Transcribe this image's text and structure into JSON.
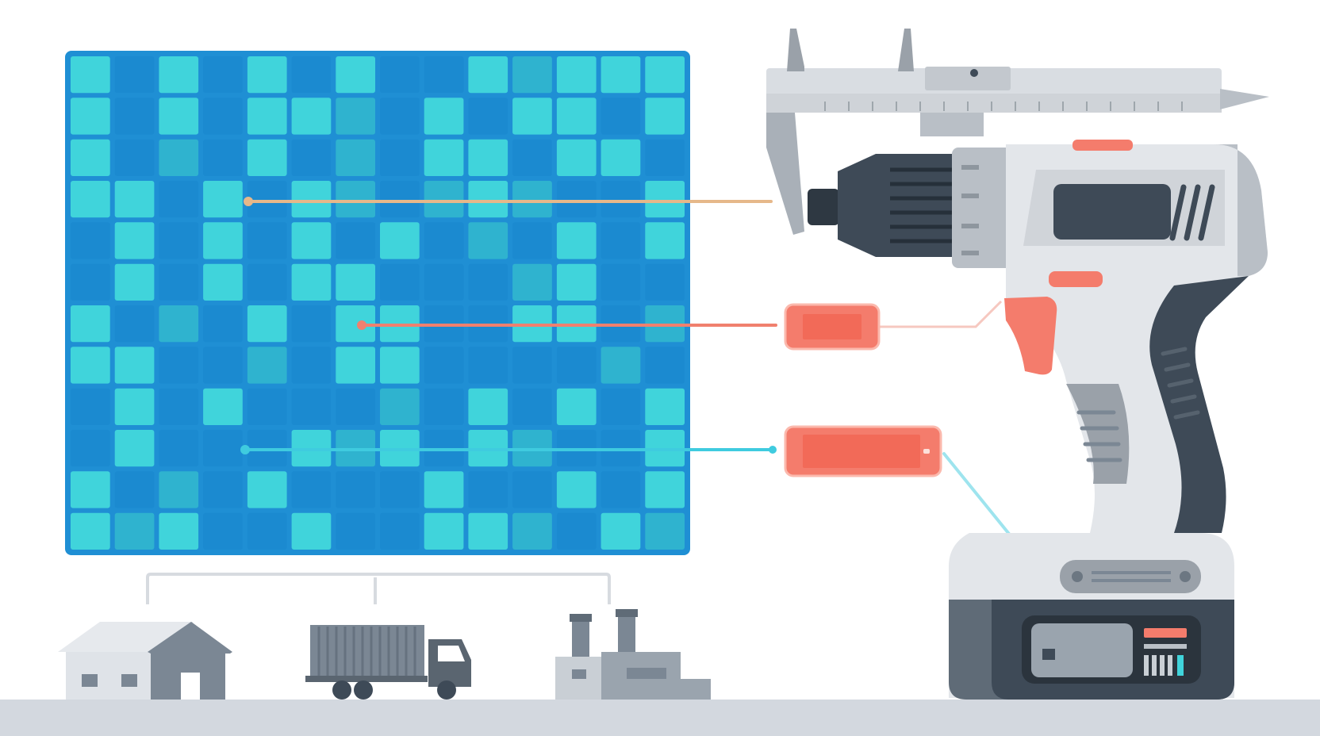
{
  "colors": {
    "background": "#ffffff",
    "floor": "#d3d8df",
    "panel": "#1f8fd4",
    "cell_dark": "#1b8ad0",
    "cell_light": "#40d4db",
    "cell_mid": "#2fb3cf",
    "line_orange": "#e6b88a",
    "line_coral": "#f0806e",
    "line_cyan": "#3fcbdf",
    "coral": "#f47c6c",
    "tool_light": "#e3e6ea",
    "tool_mid": "#b9bfc6",
    "tool_dark": "#3e4a57",
    "building": "#7b8794"
  },
  "grid": {
    "rows": 12,
    "cols": 14,
    "pattern": [
      "10101010012111",
      "10101120101101",
      "10201020110110",
      "11010120212001",
      "01010101020101",
      "01010110002100",
      "10201011001102",
      "11002011000020",
      "01010002010101",
      "01000121012001",
      "10201000100101",
      "12100100112012"
    ]
  },
  "icons": {
    "grid": "pixel-grid-panel",
    "house": "house-icon",
    "truck": "truck-icon",
    "factory": "factory-icon",
    "caliper": "caliper-icon",
    "drill": "cordless-drill-icon"
  }
}
